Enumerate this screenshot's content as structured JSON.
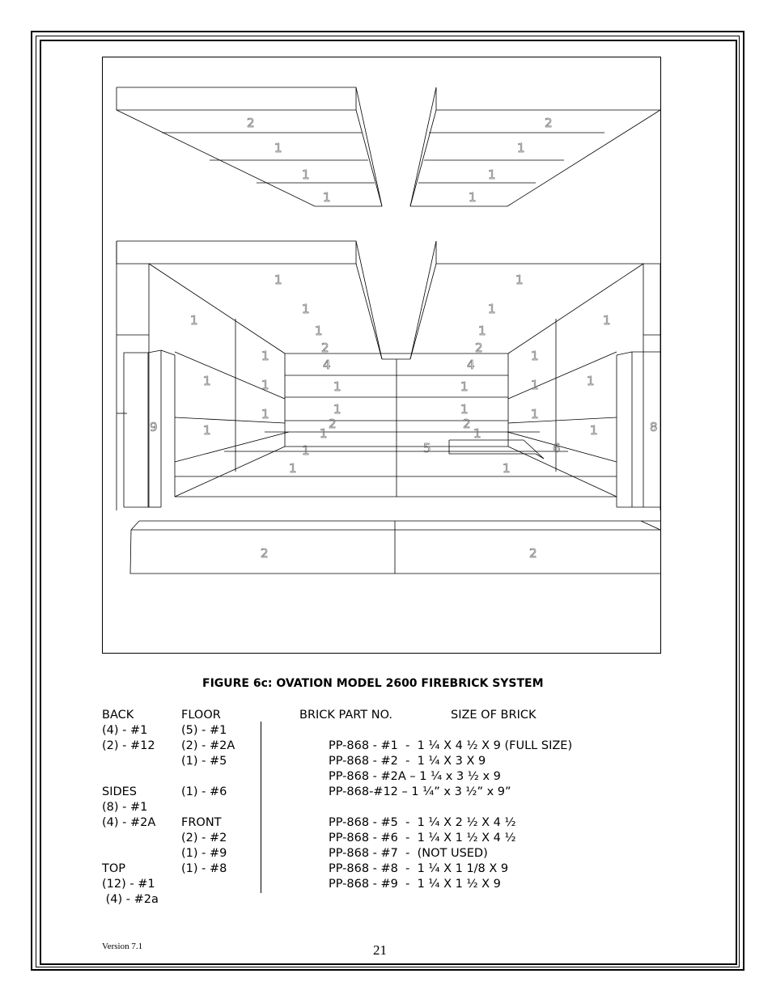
{
  "figure": {
    "caption": "FIGURE 6c:  OVATION MODEL 2600 FIREBRICK SYSTEM",
    "labels": {
      "top_left": [
        "2",
        "1",
        "1",
        "1"
      ],
      "top_right": [
        "2",
        "1",
        "1",
        "1"
      ],
      "back_left": [
        "1",
        "1",
        "1",
        "2",
        "4",
        "1",
        "1",
        "2",
        "1",
        "1",
        "1"
      ],
      "back_right": [
        "1",
        "1",
        "1",
        "2",
        "4",
        "1",
        "1",
        "2",
        "1",
        "5",
        "6",
        "1"
      ],
      "side_left": [
        "1",
        "1",
        "1",
        "1",
        "1",
        "1"
      ],
      "side_right": [
        "1",
        "1",
        "1",
        "1",
        "1",
        "1"
      ],
      "side_pieces": [
        "9",
        "8"
      ],
      "front": [
        "2",
        "2"
      ]
    }
  },
  "legend": {
    "col1": [
      "BACK",
      "(4) - #1",
      "(2) - #12",
      "",
      "",
      "SIDES",
      "(8) - #1",
      "(4) - #2A",
      "",
      "",
      "TOP",
      "(12) - #1",
      " (4) - #2a"
    ],
    "col2": [
      "FLOOR",
      "(5) - #1",
      "(2) - #2A",
      "(1) - #5",
      "",
      "(1) - #6",
      "",
      "FRONT",
      "(2) - #2",
      "(1) - #9",
      "(1) - #8"
    ],
    "col3_headers": [
      "BRICK PART NO.",
      "SIZE OF BRICK"
    ],
    "parts": [
      "PP-868 - #1  -  1 ¼ X 4 ½ X 9 (FULL SIZE)",
      "PP-868 - #2  -  1 ¼ X 3 X 9",
      "PP-868 - #2A – 1 ¼ x 3 ½ x 9",
      "PP-868-#12 – 1 ¼” x 3 ½” x 9”",
      "",
      "PP-868 - #5  -  1 ¼ X 2 ½ X 4 ½",
      "PP-868 - #6  -  1 ¼ X 1 ½ X 4 ½",
      "PP-868 - #7  -  (NOT USED)",
      "PP-868 - #8  -  1 ¼ X 1 1/8 X 9",
      "PP-868 - #9  -  1 ¼ X 1 ½ X 9"
    ]
  },
  "footer": {
    "version": "Version 7.1",
    "page": "21"
  }
}
